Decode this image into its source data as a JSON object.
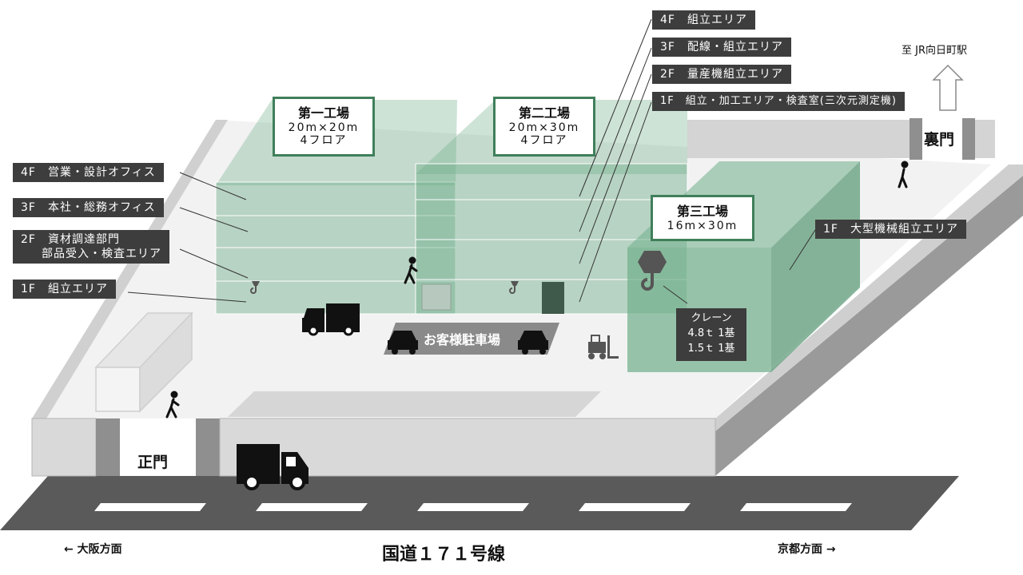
{
  "floor_labels_left": [
    {
      "floor": "4F",
      "text": "営業・設計オフィス"
    },
    {
      "floor": "3F",
      "text": "本社・総務オフィス"
    },
    {
      "floor": "2F",
      "text": "資材調達部門",
      "text2": "部品受入・検査エリア"
    },
    {
      "floor": "1F",
      "text": "組立エリア"
    }
  ],
  "floor_labels_right": [
    {
      "floor": "4F",
      "text": "組立エリア"
    },
    {
      "floor": "3F",
      "text": "配線・組立エリア"
    },
    {
      "floor": "2F",
      "text": "量産機組立エリア"
    },
    {
      "floor": "1F",
      "text": "組立・加工エリア・検査室(三次元測定機)"
    }
  ],
  "factory3_label": {
    "floor": "1F",
    "text": "大型機械組立エリア"
  },
  "factories": [
    {
      "name": "第一工場",
      "size": "20m×20m",
      "floors": "4フロア"
    },
    {
      "name": "第二工場",
      "size": "20m×30m",
      "floors": "4フロア"
    },
    {
      "name": "第三工場",
      "size": "16m×30m"
    }
  ],
  "crane": {
    "title": "クレーン",
    "line1": "4.8ｔ 1基",
    "line2": "1.5ｔ 1基"
  },
  "parking": "お客様駐車場",
  "main_gate": "正門",
  "back_gate": "裏門",
  "station": "至 JR向日町駅",
  "road": "国道１７１号線",
  "direction_left": "← 大阪方面",
  "direction_right": "京都方面 →",
  "colors": {
    "building": "#6fae8a",
    "label_bg": "#3d3d3d",
    "road": "#595959",
    "wall": "#d9d9d9",
    "accent": "#3f7f5a"
  }
}
